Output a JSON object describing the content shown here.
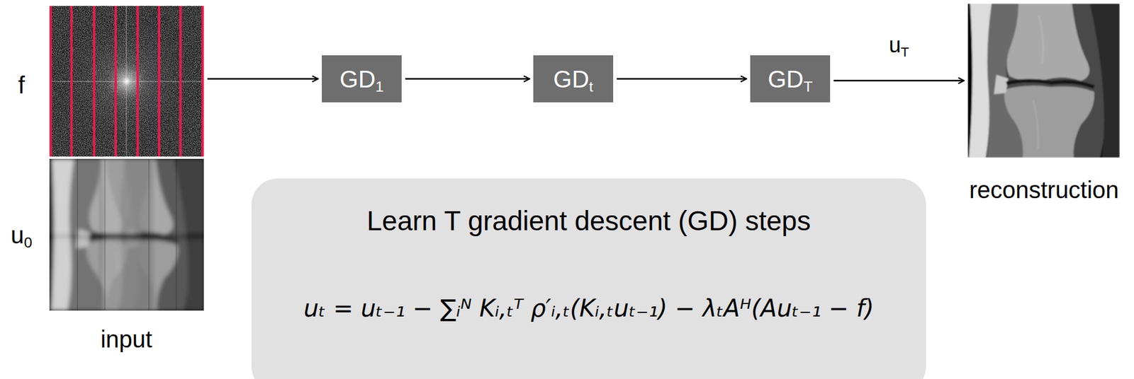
{
  "diagram": {
    "nodes": [
      {
        "text": [
          "f"
        ]
      },
      {
        "text": [
          "u0",
          "input"
        ]
      },
      {
        "text": [
          "GD1"
        ]
      },
      {
        "text": [
          "GDt"
        ]
      },
      {
        "text": [
          "GDT"
        ]
      },
      {
        "text": [
          "reconstruction"
        ]
      },
      {
        "text": [
          "Learn T gradient descent (GD) steps",
          "uₜ = uₜ₋₁ − ∑ᵢᴺ Kᵢ,ₜᵀ ρ′ᵢ,ₜ(Kᵢ,ₜuₜ₋₁) − λₜAᴴ(Auₜ₋₁ − f)"
        ]
      }
    ],
    "edges": [
      {
        "from": 0,
        "to": 2,
        "arrow": "to"
      },
      {
        "from": 2,
        "to": 3,
        "arrow": "to"
      },
      {
        "from": 3,
        "to": 4,
        "arrow": "to"
      },
      {
        "from": 4,
        "to": 5,
        "arrow": "to",
        "label": "uT"
      }
    ]
  }
}
